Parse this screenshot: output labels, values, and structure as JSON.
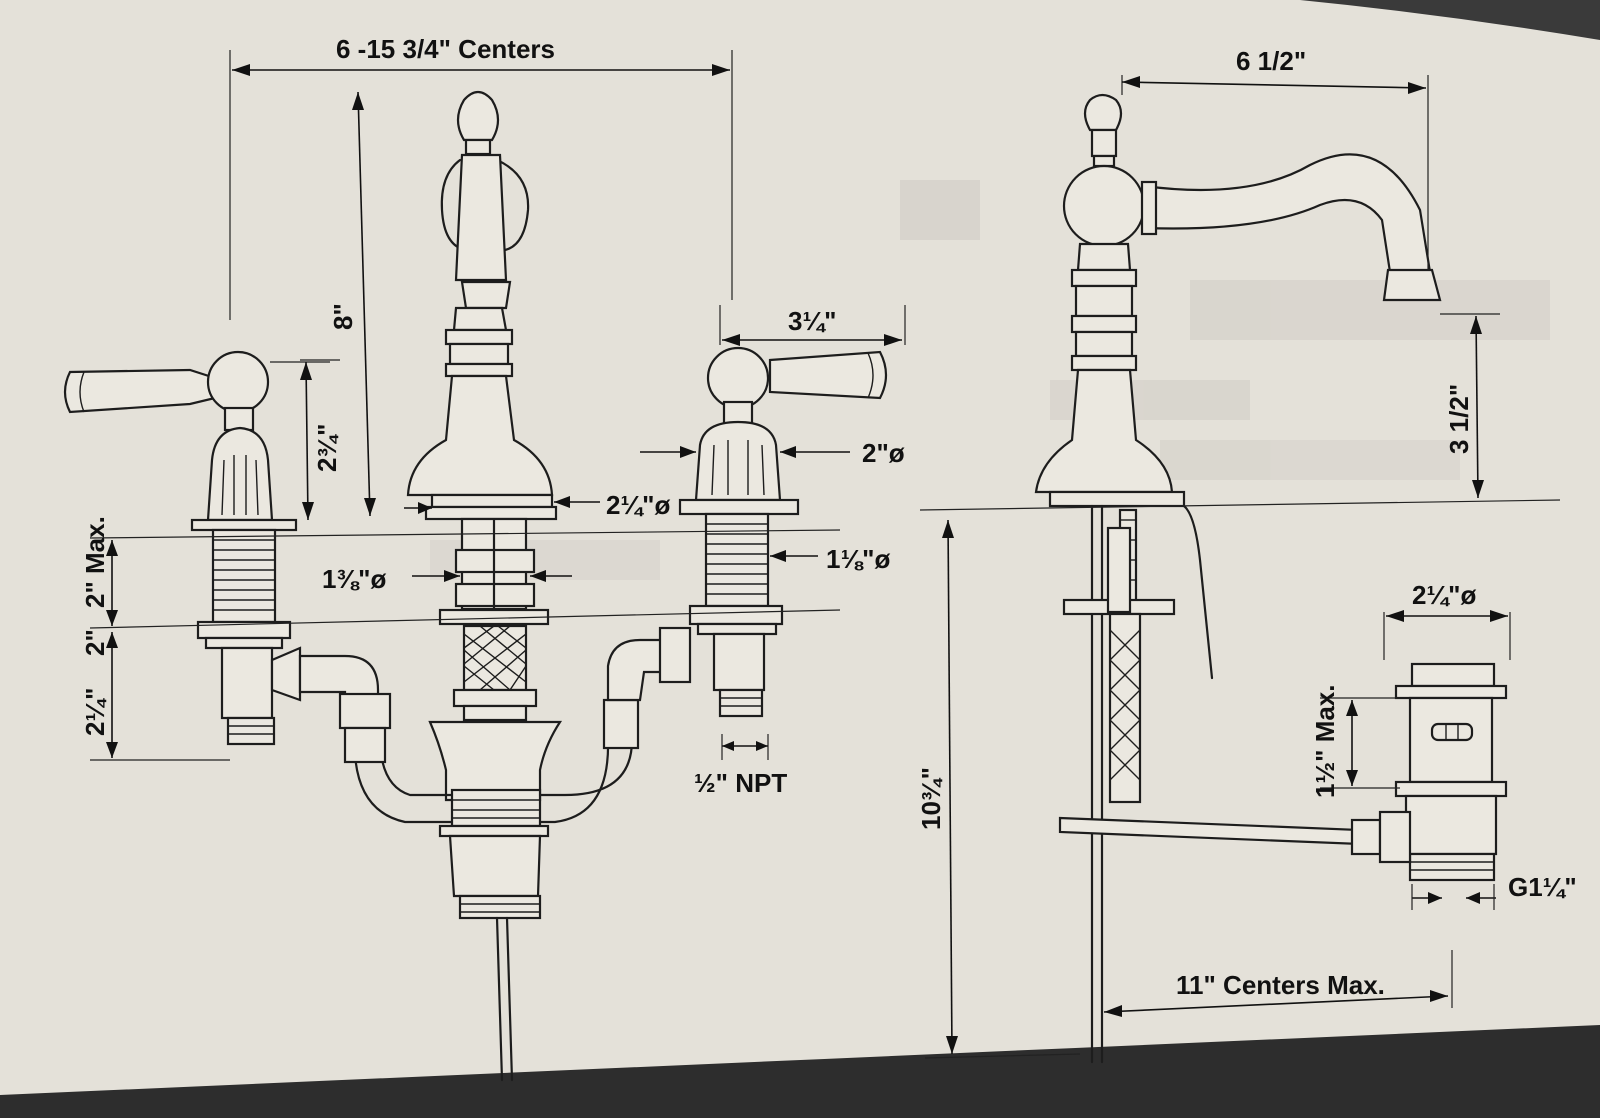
{
  "colors": {
    "paper": "#e4e1d9",
    "ink": "#1d1d1d"
  },
  "dimensions": {
    "centers": "6 -15 3/4\" Centers",
    "reach": "6 1/2\"",
    "spout_height": "8\"",
    "handle_height": "2¾\"",
    "handle_length": "3¼\"",
    "handle_base_dia": "2\"ø",
    "spout_base_dia": "2¼\"ø",
    "spout_shank_dia": "1⅜\"ø",
    "valve_shank_dia": "1⅛\"ø",
    "deck_max": "2\" Max.",
    "deck_2": "2\"",
    "valve_below": "2¼\"",
    "npt": "½\" NPT",
    "spout_clearance": "3 1/2\"",
    "overall_height": "10¾\"",
    "drain_dia": "2¼\"ø",
    "drain_max": "1½\" Max.",
    "drain_thread": "G1¼\"",
    "rod_centers": "11\" Centers Max."
  }
}
